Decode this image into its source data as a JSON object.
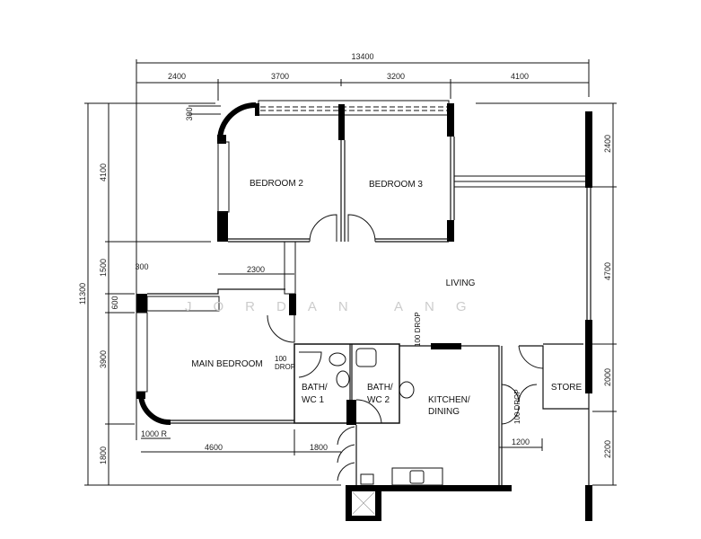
{
  "plan": {
    "rooms": {
      "bedroom2": "BEDROOM 2",
      "bedroom3": "BEDROOM 3",
      "living": "LIVING",
      "main_bedroom": "MAIN BEDROOM",
      "bath1_a": "BATH/",
      "bath1_b": "WC 1",
      "bath2_a": "BATH/",
      "bath2_b": "WC 2",
      "kitchen_a": "KITCHEN/",
      "kitchen_b": "DINING",
      "store": "STORE"
    },
    "notes": {
      "drop1_a": "100",
      "drop1_b": "DROP",
      "drop2": "100 DROP",
      "drop3": "100 DROP",
      "radius": "1000 R"
    },
    "dimensions": {
      "top_total": "13400",
      "top": [
        "2400",
        "3700",
        "3200",
        "4100"
      ],
      "left_total": "11300",
      "left": [
        "4100",
        "1500",
        "600",
        "3900",
        "1800"
      ],
      "right": [
        "2400",
        "4700",
        "2000",
        "2200"
      ],
      "window_offset": "300",
      "ledge": "300",
      "corridor": "2300",
      "bottom": [
        "4600",
        "1800"
      ],
      "kitchen_offset": "1200"
    },
    "watermark": "JORDAN ANG"
  }
}
